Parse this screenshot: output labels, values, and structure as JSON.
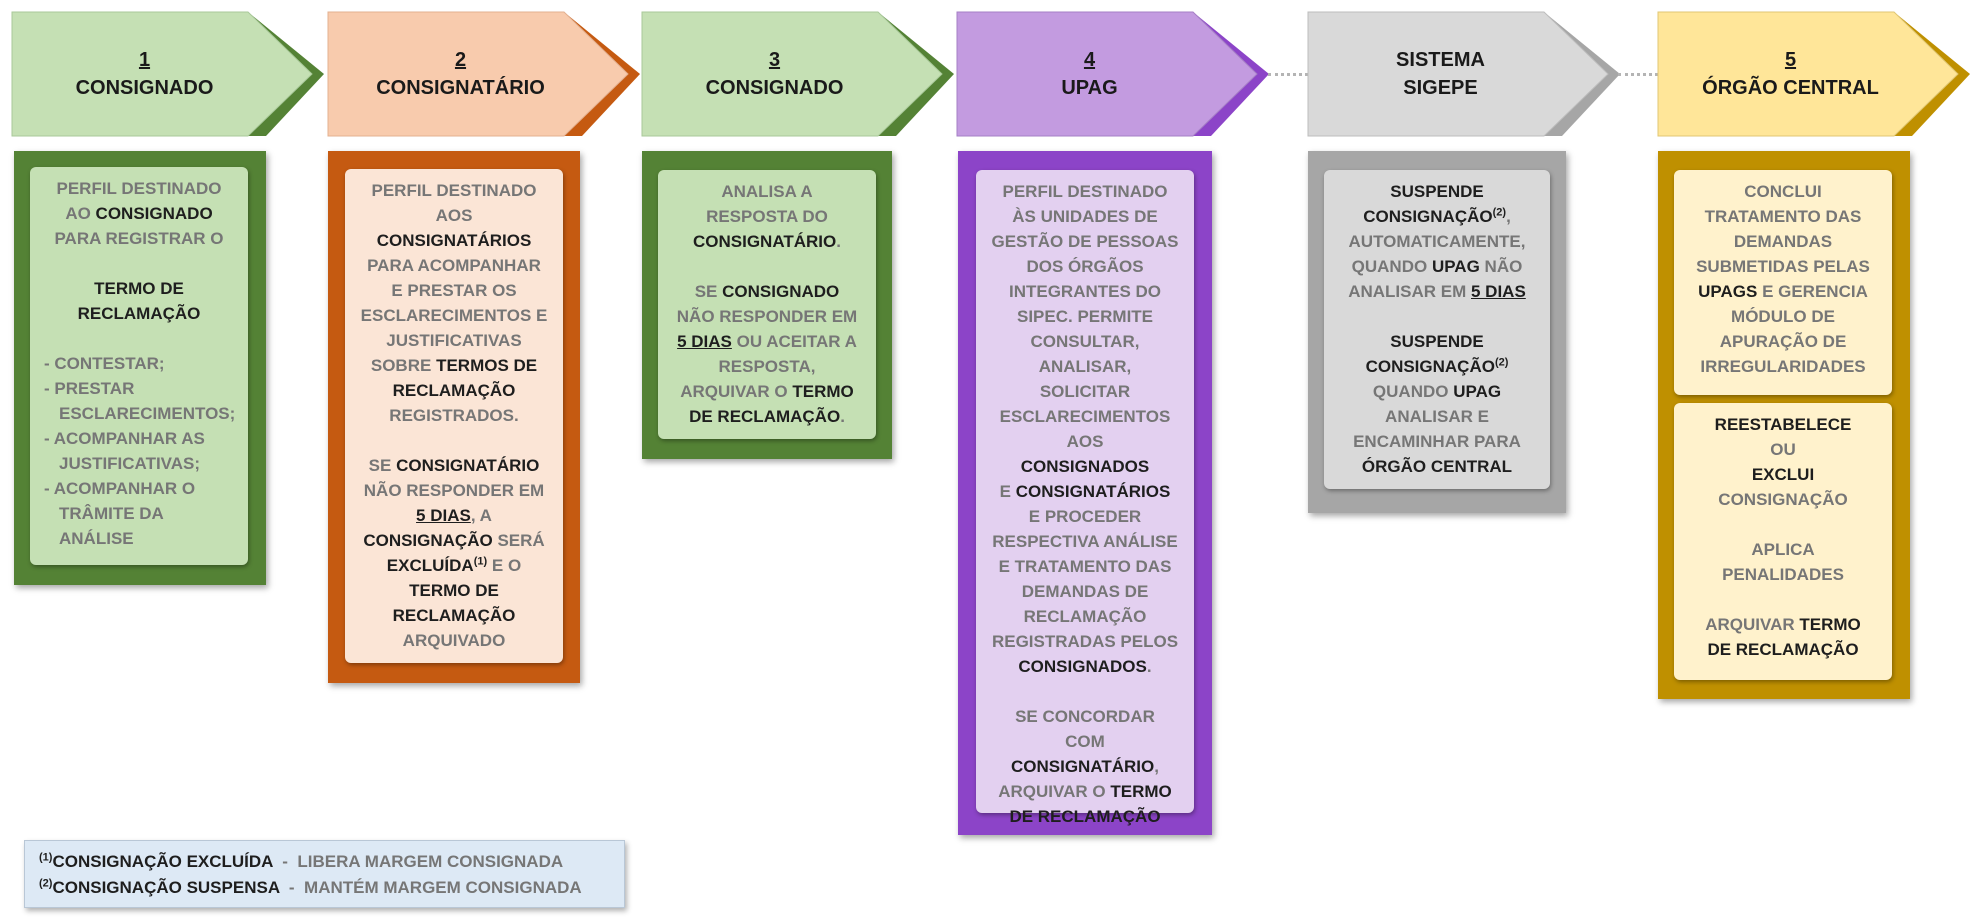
{
  "steps": [
    {
      "number": "1",
      "title": "CONSIGNADO",
      "fill": "#c5e0b4",
      "accent": "#548235"
    },
    {
      "number": "2",
      "title": "CONSIGNATÁRIO",
      "fill": "#f8cbad",
      "accent": "#c55a11"
    },
    {
      "number": "3",
      "title": "CONSIGNADO",
      "fill": "#c5e0b4",
      "accent": "#548235"
    },
    {
      "number": "4",
      "title": "UPAG",
      "fill": "#c39be0",
      "accent": "#8c44c8"
    },
    {
      "number": "",
      "title": "SISTEMA",
      "title2": "SIGEPE",
      "fill": "#d9d9d9",
      "accent": "#a6a6a6"
    },
    {
      "number": "5",
      "title": "ÓRGÃO CENTRAL",
      "fill": "#ffe699",
      "accent": "#bf9000"
    }
  ],
  "panels": {
    "p1": {
      "a": "PERFIL DESTINADO",
      "b": "AO",
      "c": "CONSIGNADO",
      "d": "PARA REGISTRAR O",
      "e": "TERMO DE",
      "f": "RECLAMAÇÃO",
      "items": [
        "- CONTESTAR;",
        "- PRESTAR ESCLARECIMENTOS;",
        "- ACOMPANHAR AS JUSTIFICATIVAS;",
        "- ACOMPANHAR O TRÂMITE DA ANÁLISE"
      ]
    },
    "p2": {
      "a": "PERFIL DESTINADO",
      "b": "AOS",
      "c": "CONSIGNATÁRIOS",
      "d": "PARA ACOMPANHAR",
      "e": "E PRESTAR OS",
      "f": "ESCLARECIMENTOS E",
      "g": "JUSTIFICATIVAS",
      "h": "SOBRE",
      "i": "TERMOS DE",
      "j": "RECLAMAÇÃO",
      "k": "REGISTRADOS.",
      "l": "SE",
      "m": "CONSIGNATÁRIO",
      "n": "NÃO RESPONDER EM",
      "o": "5 DIAS",
      "p": ", A",
      "q": "CONSIGNAÇÃO",
      "r": "SERÁ",
      "s": "EXCLUÍDA",
      "t": "(1)",
      "u": "E O",
      "v": "TERMO DE",
      "w": "RECLAMAÇÃO",
      "x": "ARQUIVADO"
    },
    "p3": {
      "a": "ANALISA A",
      "b": "RESPOSTA DO",
      "c": "CONSIGNATÁRIO",
      "d": ".",
      "e": "SE",
      "f": "CONSIGNADO",
      "g": "NÃO RESPONDER EM",
      "h": "5 DIAS",
      "i": "OU ACEITAR A",
      "j": "RESPOSTA,",
      "k": "ARQUIVAR O",
      "l": "TERMO",
      "m": "DE RECLAMAÇÃO",
      "n": "."
    },
    "p4": {
      "a": "PERFIL DESTINADO\nÀS UNIDADES DE\nGESTÃO DE PESSOAS\nDOS ÓRGÃOS\nINTEGRANTES DO\nSIPEC. PERMITE\nCONSULTAR,\nANALISAR,\nSOLICITAR\nESCLARECIMENTOS\nAOS",
      "b": "CONSIGNADOS",
      "c": "E",
      "d": "CONSIGNATÁRIOS",
      "e": "E PROCEDER\nRESPECTIVA ANÁLISE\nE TRATAMENTO DAS\nDEMANDAS DE\nRECLAMAÇÃO\nREGISTRADAS PELOS",
      "f": "CONSIGNADOS",
      "g": ".",
      "h": "SE CONCORDAR\nCOM",
      "i": "CONSIGNATÁRIO",
      "j": ",",
      "k": "ARQUIVAR O",
      "l": "TERMO",
      "m": "DE RECLAMAÇÃO"
    },
    "p5": {
      "a": "SUSPENDE",
      "b": "CONSIGNAÇÃO",
      "c": "(2)",
      "d": ",",
      "e": "AUTOMATICAMENTE,",
      "f": "QUANDO",
      "g": "UPAG",
      "h": "NÃO",
      "i": "ANALISAR EM",
      "j": "5 DIAS",
      "k": "SUSPENDE",
      "l": "CONSIGNAÇÃO",
      "m": "(2)",
      "n": "QUANDO",
      "o": "UPAG",
      "p": "ANALISAR E",
      "q": "ENCAMINHAR PARA",
      "r": "ÓRGÃO CENTRAL"
    },
    "p6": {
      "a": "CONCLUI\nTRATAMENTO DAS\nDEMANDAS\nSUBMETIDAS PELAS",
      "b": "UPAGS",
      "c": "E GERENCIA",
      "d": "MÓDULO DE\nAPURAÇÃO DE\nIRREGULARIDADES",
      "e": "REESTABELECE",
      "f": "OU",
      "g": "EXCLUI",
      "h": "CONSIGNAÇÃO",
      "i": "APLICA\nPENALIDADES",
      "j": "ARQUIVAR",
      "k": "TERMO",
      "l": "DE RECLAMAÇÃO"
    }
  },
  "legend": [
    {
      "sup": "(1)",
      "term": "CONSIGNAÇÃO EXCLUÍDA",
      "sep": "-",
      "desc": "LIBERA MARGEM CONSIGNADA"
    },
    {
      "sup": "(2)",
      "term": "CONSIGNAÇÃO SUSPENSA",
      "sep": "-",
      "desc": "MANTÉM MARGEM CONSIGNADA"
    }
  ]
}
